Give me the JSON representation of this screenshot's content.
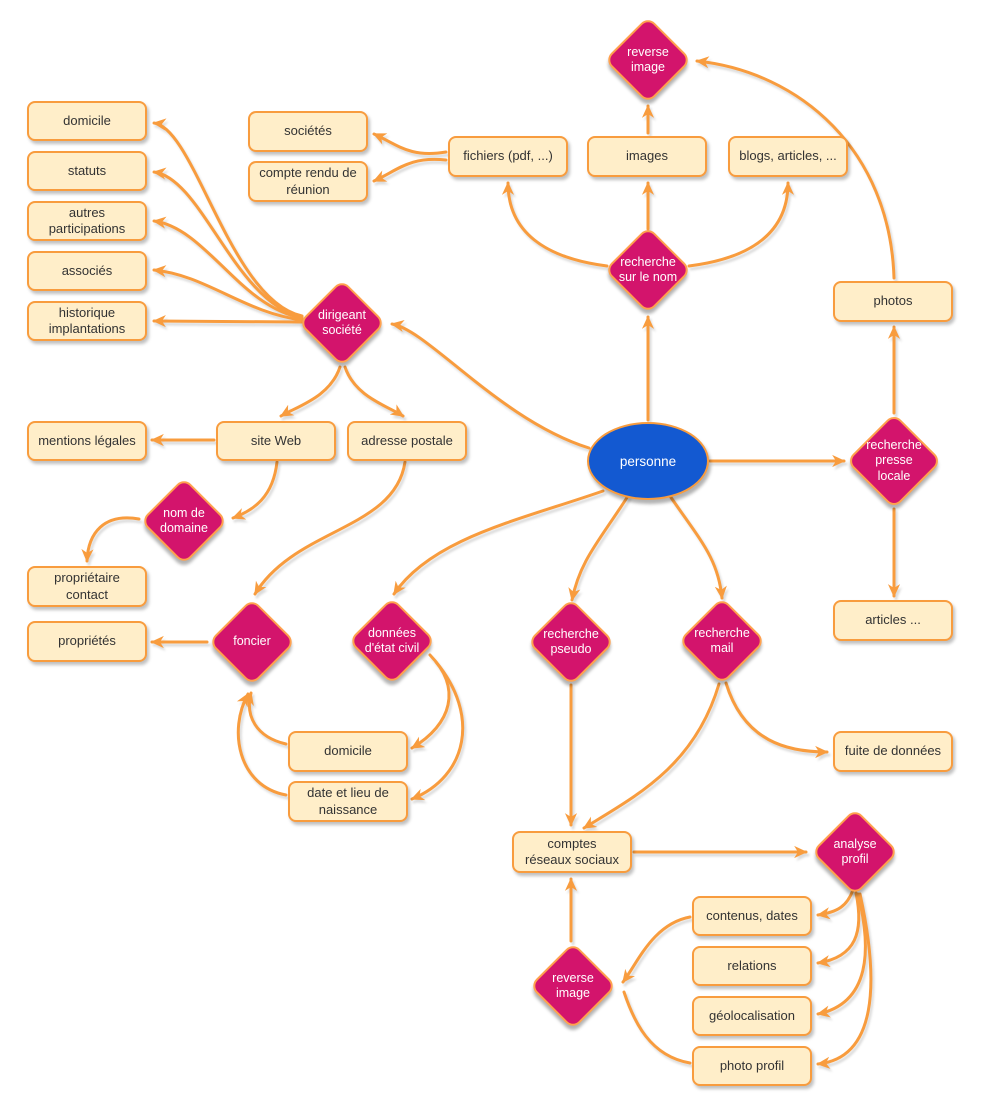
{
  "diagram_title": "mind map OSINT personne",
  "palette": {
    "box_fill": "#FFEEC9",
    "box_border": "#F89C3E",
    "diamond_fill": "#D3146C",
    "diamond_border": "#FFA14E",
    "ellipse_fill": "#1359D1",
    "arrow": "#F89C3E",
    "text_dark": "#333333",
    "text_light": "#FFFFFF",
    "background": "#FFFFFF"
  },
  "nodes": {
    "personne": "personne",
    "reverse_image_top": "reverse\nimage",
    "societes": "sociétés",
    "compte_rendu": "compte rendu de\nréunion",
    "fichiers": "fichiers (pdf, ...)",
    "images": "images",
    "blogs_articles": "blogs, articles, ...",
    "recherche_nom": "recherche\nsur le nom",
    "domicile_1": "domicile",
    "statuts": "statuts",
    "autres_participations": "autres\nparticipations",
    "associes": "associés",
    "historique_implantations": "historique\nimplantations",
    "dirigeant_societe": "dirigeant\nsociété",
    "photos": "photos",
    "recherche_presse_locale": "recherche\npresse\nlocale",
    "mentions_legales": "mentions légales",
    "site_web": "site Web",
    "adresse_postale": "adresse postale",
    "nom_de_domaine": "nom de\ndomaine",
    "proprietaire_contact": "propriétaire\ncontact",
    "proprietes": "propriétés",
    "foncier": "foncier",
    "donnees_etat_civil": "données\nd'état civil",
    "recherche_pseudo": "recherche\npseudo",
    "recherche_mail": "recherche\nmail",
    "articles": "articles ...",
    "domicile_2": "domicile",
    "date_lieu_naissance": "date et lieu de\nnaissance",
    "fuite_donnees": "fuite de données",
    "comptes_reseaux": "comptes\nréseaux sociaux",
    "analyse_profil": "analyse\nprofil",
    "contenus_dates": "contenus, dates",
    "relations": "relations",
    "geolocalisation": "géolocalisation",
    "photo_profil": "photo profil",
    "reverse_image_bottom": "reverse\nimage"
  },
  "edges": [
    {
      "from": "dirigeant_societe",
      "to": "domicile_1"
    },
    {
      "from": "dirigeant_societe",
      "to": "statuts"
    },
    {
      "from": "dirigeant_societe",
      "to": "autres_participations"
    },
    {
      "from": "dirigeant_societe",
      "to": "associes"
    },
    {
      "from": "dirigeant_societe",
      "to": "historique_implantations"
    },
    {
      "from": "fichiers",
      "to": "societes"
    },
    {
      "from": "fichiers",
      "to": "compte_rendu"
    },
    {
      "from": "recherche_nom",
      "to": "fichiers"
    },
    {
      "from": "recherche_nom",
      "to": "images"
    },
    {
      "from": "recherche_nom",
      "to": "blogs_articles"
    },
    {
      "from": "images",
      "to": "reverse_image_top"
    },
    {
      "from": "photos",
      "to": "reverse_image_top"
    },
    {
      "from": "personne",
      "to": "recherche_nom"
    },
    {
      "from": "personne",
      "to": "dirigeant_societe"
    },
    {
      "from": "personne",
      "to": "recherche_presse_locale"
    },
    {
      "from": "recherche_presse_locale",
      "to": "photos"
    },
    {
      "from": "recherche_presse_locale",
      "to": "articles"
    },
    {
      "from": "dirigeant_societe",
      "to": "site_web"
    },
    {
      "from": "dirigeant_societe",
      "to": "adresse_postale"
    },
    {
      "from": "site_web",
      "to": "mentions_legales"
    },
    {
      "from": "site_web",
      "to": "nom_de_domaine"
    },
    {
      "from": "nom_de_domaine",
      "to": "proprietaire_contact"
    },
    {
      "from": "foncier",
      "to": "proprietes"
    },
    {
      "from": "adresse_postale",
      "to": "foncier"
    },
    {
      "from": "personne",
      "to": "donnees_etat_civil"
    },
    {
      "from": "personne",
      "to": "recherche_pseudo"
    },
    {
      "from": "personne",
      "to": "recherche_mail"
    },
    {
      "from": "donnees_etat_civil",
      "to": "domicile_2"
    },
    {
      "from": "donnees_etat_civil",
      "to": "date_lieu_naissance"
    },
    {
      "from": "domicile_2",
      "to": "foncier"
    },
    {
      "from": "date_lieu_naissance",
      "to": "foncier"
    },
    {
      "from": "recherche_pseudo",
      "to": "comptes_reseaux"
    },
    {
      "from": "recherche_mail",
      "to": "comptes_reseaux"
    },
    {
      "from": "recherche_mail",
      "to": "fuite_donnees"
    },
    {
      "from": "comptes_reseaux",
      "to": "analyse_profil"
    },
    {
      "from": "analyse_profil",
      "to": "contenus_dates"
    },
    {
      "from": "analyse_profil",
      "to": "relations"
    },
    {
      "from": "analyse_profil",
      "to": "geolocalisation"
    },
    {
      "from": "analyse_profil",
      "to": "photo_profil"
    },
    {
      "from": "contenus_dates",
      "to": "reverse_image_bottom"
    },
    {
      "from": "photo_profil",
      "to": "reverse_image_bottom"
    },
    {
      "from": "reverse_image_bottom",
      "to": "comptes_reseaux"
    }
  ]
}
